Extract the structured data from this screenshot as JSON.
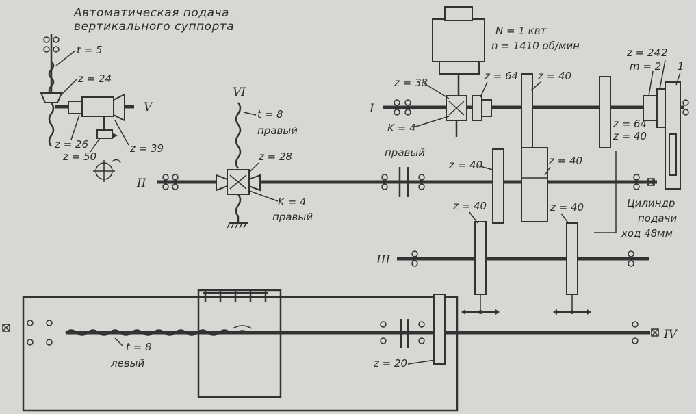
{
  "title": {
    "line1": "Автоматическая подача",
    "line2": "вертикального суппорта"
  },
  "motor": {
    "power": "N = 1 квт",
    "speed": "n = 1410 об/мин"
  },
  "shafts": {
    "I": "I",
    "II": "II",
    "III": "III",
    "IV": "IV",
    "V": "V",
    "VI": "VI"
  },
  "labels": {
    "t5": "t = 5",
    "z24_left": "z = 24",
    "z26": "z = 26",
    "z50": "z = 50",
    "z39": "z = 39",
    "t8_top": "t = 8",
    "pravyi_1": "правый",
    "z28": "z = 28",
    "k4_mid": "K = 4",
    "pravyi_2": "правый",
    "pravyi_3": "правый",
    "z38": "z = 38",
    "k4_top": "K = 4",
    "z64_a": "z = 64",
    "z40_a": "z = 40",
    "z24_right": "z = 24",
    "m2": "m = 2",
    "num2": "2",
    "num1": "1",
    "z64_b": "z = 64",
    "z40_b": "z = 40",
    "z40_c": "z = 40",
    "z40_d": "z = 40",
    "z40_e": "z = 40",
    "z40_f": "z = 40",
    "cyl1": "Цилиндр",
    "cyl2": "подачи",
    "cyl3": "ход 48мм",
    "t8_bottom": "t = 8",
    "levyi": "левый",
    "z20": "z = 20"
  }
}
